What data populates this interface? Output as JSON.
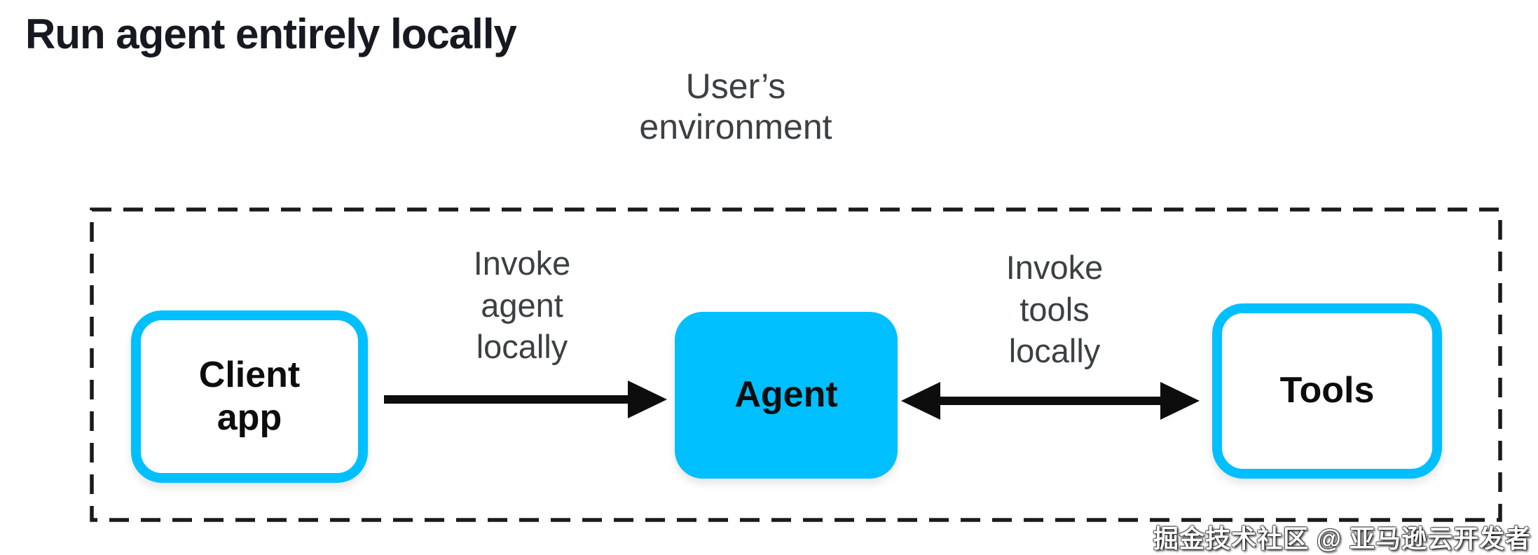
{
  "title": "Run agent entirely locally",
  "environment_label": "User’s\nenvironment",
  "nodes": {
    "client": {
      "label": "Client\napp",
      "style": "outlined"
    },
    "agent": {
      "label": "Agent",
      "style": "filled"
    },
    "tools": {
      "label": "Tools",
      "style": "outlined"
    }
  },
  "arrows": {
    "client_to_agent": {
      "label": "Invoke\nagent\nlocally",
      "direction": "right"
    },
    "agent_to_tools": {
      "label": "Invoke\ntools\nlocally",
      "direction": "both"
    }
  },
  "watermark": "掘金技术社区 @ 亚马逊云开发者",
  "colors": {
    "accent": "#00bfff",
    "node_text": "#0d0d0d",
    "label_text": "#3c4043",
    "title_text": "#16191f",
    "arrow": "#0d0d0d",
    "boundary": "#1a1a1a",
    "background": "#ffffff"
  }
}
